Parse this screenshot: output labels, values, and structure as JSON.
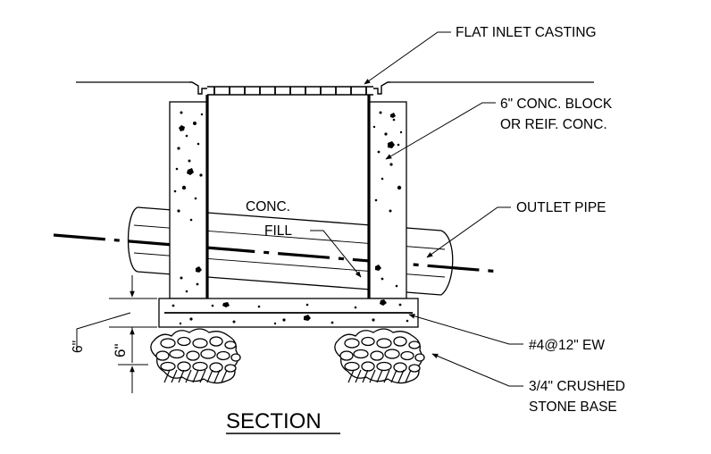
{
  "labels": {
    "inlet_casting": "FLAT INLET CASTING",
    "block_line1": "6\" CONC. BLOCK",
    "block_line2": "OR REIF. CONC.",
    "outlet_pipe": "OUTLET PIPE",
    "fill_line1": "CONC.",
    "fill_line2": "FILL",
    "rebar": "#4@12\" EW",
    "stone_line1": "3/4\" CRUSHED",
    "stone_line2": "STONE BASE",
    "dim_left": "6\"",
    "dim_right": "6\""
  },
  "title": "SECTION"
}
